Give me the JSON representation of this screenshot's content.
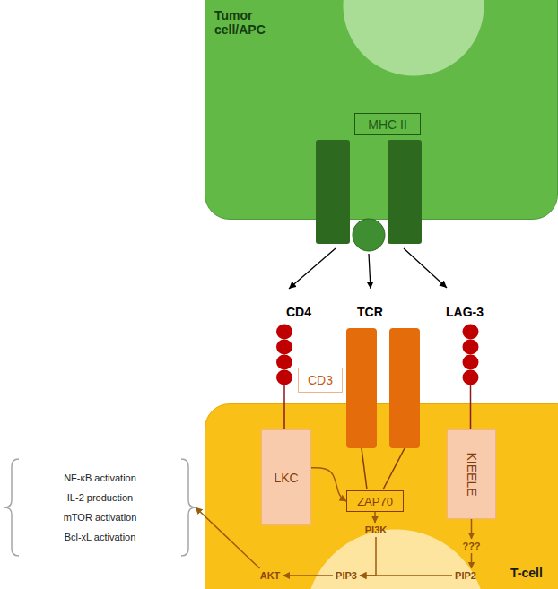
{
  "diagram": {
    "nodes": [
      {
        "text": [
          "Tumor cell/APC"
        ]
      },
      {
        "text": [
          "MHC II"
        ],
        "in": 0
      },
      {
        "text": [
          "CD3"
        ]
      },
      {
        "text": [
          "T-cell"
        ]
      },
      {
        "text": [
          "LKC"
        ],
        "in": 3
      },
      {
        "text": [
          "ZAP70"
        ],
        "in": 3
      },
      {
        "text": [
          "KIEELE"
        ],
        "in": 3
      },
      {
        "text": [
          "PI3K"
        ],
        "in": 3
      },
      {
        "text": [
          "???"
        ],
        "in": 3
      },
      {
        "text": [
          "AKT"
        ],
        "in": 3
      },
      {
        "text": [
          "PIP3"
        ],
        "in": 3
      },
      {
        "text": [
          "PIP2"
        ],
        "in": 3
      },
      {
        "text": [
          "NF-κB activation",
          "IL-2 production",
          "mTOR activation",
          "Bcl-xL activation"
        ]
      }
    ],
    "edges": [
      {
        "from": 4,
        "to": 5,
        "arrow": "to"
      },
      {
        "from": 5,
        "to": 7,
        "arrow": "to"
      },
      {
        "from": 6,
        "to": 8,
        "arrow": "to"
      },
      {
        "from": 8,
        "to": 11,
        "arrow": "to"
      },
      {
        "from": 11,
        "to": 10,
        "arrow": "to"
      },
      {
        "from": 7,
        "to": 10,
        "arrow": "to"
      },
      {
        "from": 10,
        "to": 9,
        "arrow": "to"
      },
      {
        "from": 9,
        "to": 12,
        "arrow": "to"
      }
    ],
    "labels": [
      "CD4",
      "TCR",
      "LAG-3"
    ]
  }
}
